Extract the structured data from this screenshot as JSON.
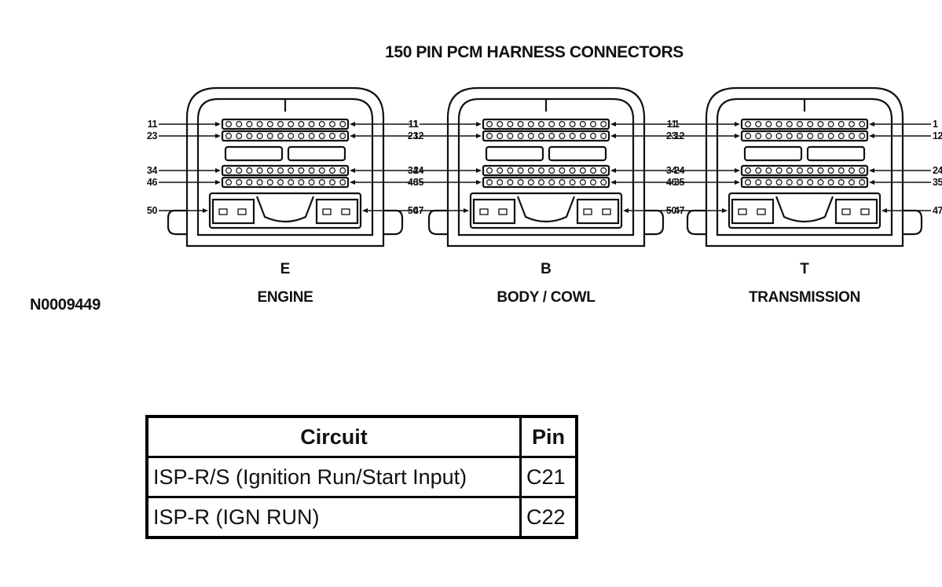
{
  "diagram": {
    "title": "150 PIN PCM HARNESS CONNECTORS",
    "figure_code": "N0009449",
    "connectors": [
      {
        "letter": "E",
        "name": "ENGINE",
        "pins": {
          "left": [
            "11",
            "23",
            "34",
            "46",
            "50"
          ],
          "right": [
            "1",
            "12",
            "24",
            "35",
            "47"
          ]
        }
      },
      {
        "letter": "B",
        "name": "BODY / COWL",
        "pins": {
          "left": [
            "11",
            "23",
            "34",
            "46",
            "50"
          ],
          "right": [
            "1",
            "12",
            "24",
            "35",
            "47"
          ]
        }
      },
      {
        "letter": "T",
        "name": "TRANSMISSION",
        "pins": {
          "left": [
            "11",
            "23",
            "34",
            "46",
            "50"
          ],
          "right": [
            "1",
            "12",
            "24",
            "35",
            "47"
          ]
        }
      }
    ]
  },
  "table": {
    "headers": [
      "Circuit",
      "Pin"
    ],
    "rows": [
      [
        "ISP-R/S (Ignition Run/Start Input)",
        "C21"
      ],
      [
        "ISP-R (IGN RUN)",
        "C22"
      ]
    ]
  }
}
